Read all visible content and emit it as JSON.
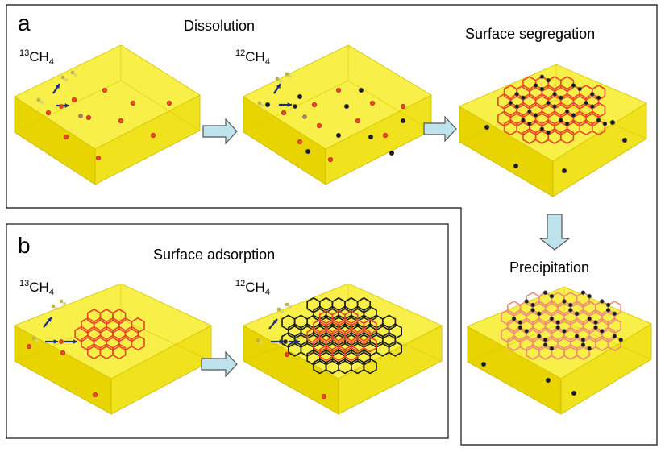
{
  "panels": {
    "a": {
      "letter": "a",
      "label": "Dissolution"
    },
    "b": {
      "letter": "b",
      "label": "Surface adsorption"
    }
  },
  "stages": {
    "segregation": "Surface segregation",
    "precipitation": "Precipitation"
  },
  "species": {
    "c13": {
      "mass": "13",
      "base": "CH",
      "sub": "4"
    },
    "c12": {
      "mass": "12",
      "base": "CH",
      "sub": "4"
    }
  },
  "colors": {
    "slab_top": "#f7ef3a",
    "slab_left": "#e8d400",
    "slab_right": "#f1e21e",
    "atom_13c": "#e8442a",
    "atom_12c": "#1a1a1a",
    "arrow_process": "#bfe3ec",
    "arrow_adsorb": "#1c2c8c",
    "molecule": "#b8b64a"
  }
}
